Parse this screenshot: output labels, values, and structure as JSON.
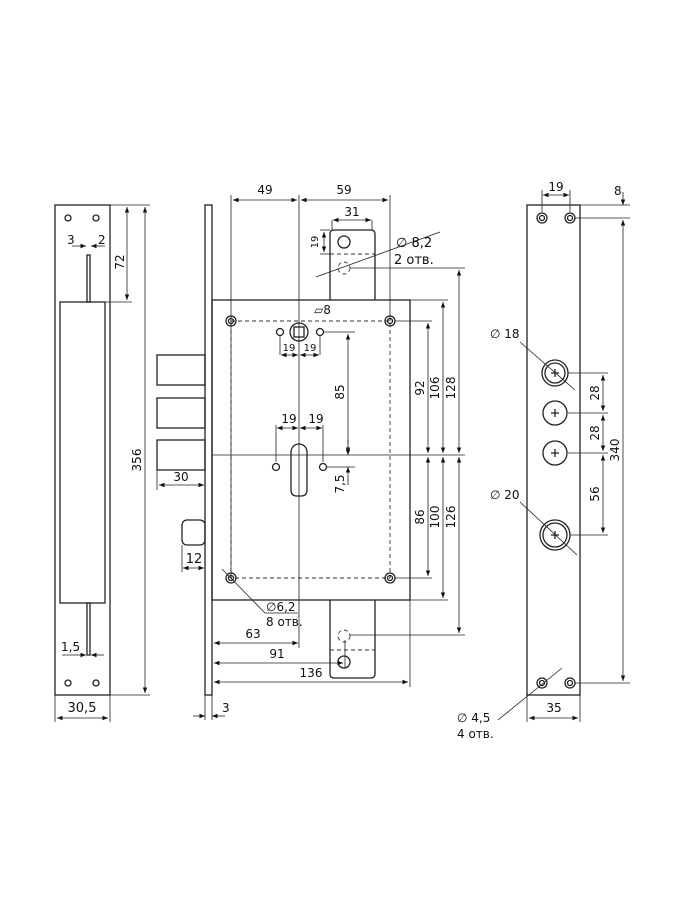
{
  "left_view": {
    "dim_3": "3",
    "dim_2": "2",
    "dim_72": "72",
    "dim_356": "356",
    "dim_30_5": "30,5",
    "dim_1_5": "1,5"
  },
  "front_view": {
    "dim_49": "49",
    "dim_59": "59",
    "dim_31": "31",
    "dim_19_top": "19",
    "hole_82_dia": "∅ 8,2",
    "hole_82_count": "2 отв.",
    "square_8": "▱8",
    "dim_19a": "19",
    "dim_19b": "19",
    "dim_85": "85",
    "dim_19c": "19",
    "dim_19d": "19",
    "dim_7_5": "7,5",
    "dim_92": "92",
    "dim_106": "106",
    "dim_128": "128",
    "dim_86": "86",
    "dim_100": "100",
    "dim_126": "126",
    "dim_30": "30",
    "dim_12": "12",
    "hole_62_dia": "∅6,2",
    "hole_62_count": "8 отв.",
    "dim_63": "63",
    "dim_91": "91",
    "dim_136": "136",
    "dim_3": "3"
  },
  "right_view": {
    "dim_19": "19",
    "dim_8": "8",
    "dim_340": "340",
    "dim_28a": "28",
    "dim_28b": "28",
    "dim_56": "56",
    "dia_18": "∅ 18",
    "dia_20": "∅ 20",
    "dim_35": "35",
    "hole_45_dia": "∅ 4,5",
    "hole_45_count": "4 отв."
  }
}
